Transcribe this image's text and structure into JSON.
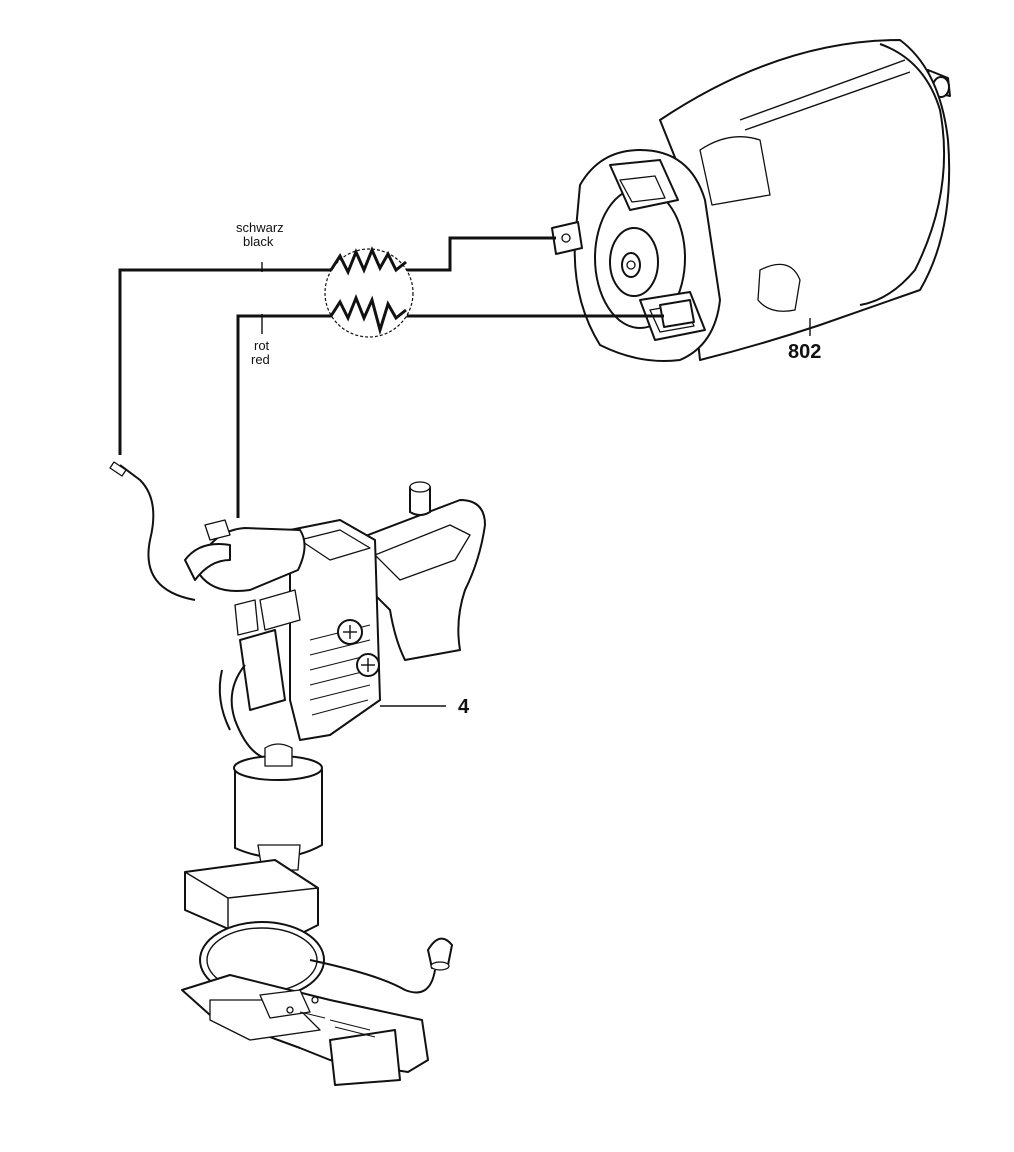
{
  "wires": {
    "black": {
      "label_de": "schwarz",
      "label_en": "black"
    },
    "red": {
      "label_de": "rot",
      "label_en": "red"
    }
  },
  "parts": {
    "motor": {
      "number": "802"
    },
    "switch": {
      "number": "4"
    }
  },
  "colors": {
    "ink": "#111111",
    "background": "#ffffff"
  }
}
